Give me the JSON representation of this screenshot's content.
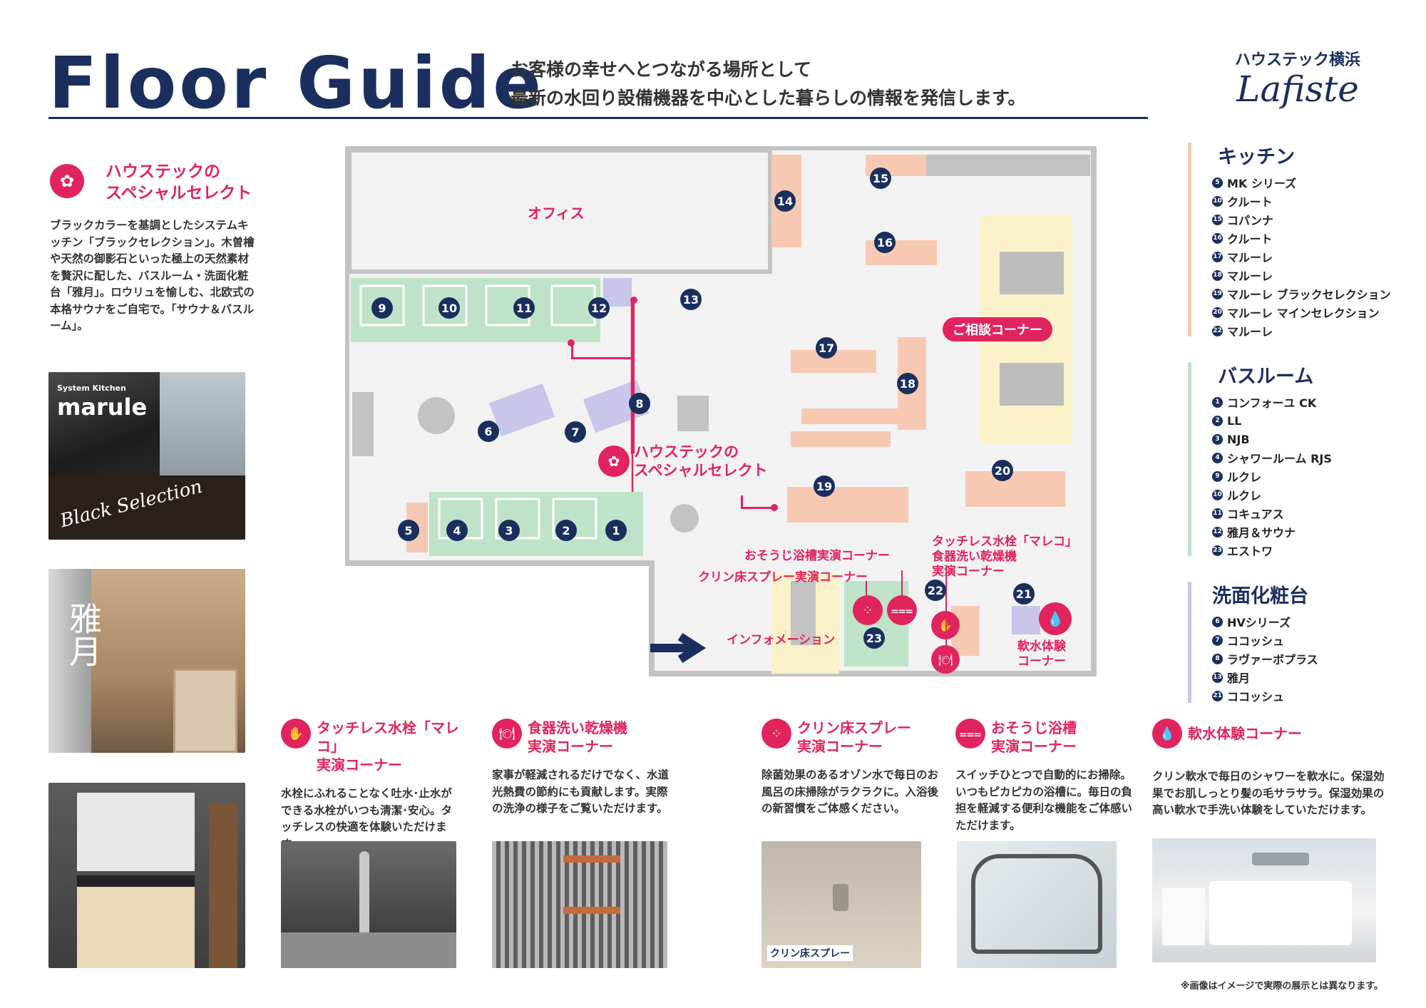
{
  "header": {
    "title": "Floor Guide",
    "tagline_line1": "お客様の幸せへとつながる場所として",
    "tagline_line2": "最新の水回り設備機器を中心とした暮らしの情報を発信します。",
    "brand_name": "ハウステック横浜",
    "brand_logo": "Lafiste"
  },
  "special_select": {
    "title_line1": "ハウステックの",
    "title_line2": "スペシャルセレクト",
    "description": "ブラックカラーを基調としたシステムキッチン「ブラックセレクション」。木曽檜や天然の御影石といった極上の天然素材を贅沢に配した、バスルーム・洗面化粧台「雅月」。ロウリュを愉しむ、北欧式の本格サウナをご自宅で。「サウナ＆バスルーム」。",
    "photo1_caption_small": "System Kitchen",
    "photo1_caption_big": "marule",
    "photo1_script": "Black Selection",
    "photo2_caption": "雅月"
  },
  "floor_plan": {
    "office": "オフィス",
    "consultation": "ご相談コーナー",
    "special_line1": "ハウステックの",
    "special_line2": "スペシャルセレクト",
    "osouji": "おそうじ浴槽実演コーナー",
    "kurin": "クリン床スプレー実演コーナー",
    "touchless_line1": "タッチレス水栓「マレコ」",
    "touchless_line2": "食器洗い乾燥機",
    "touchless_line3": "実演コーナー",
    "info": "インフォメーション",
    "soft_line1": "軟水体験",
    "soft_line2": "コーナー",
    "numbers": [
      "1",
      "2",
      "3",
      "4",
      "5",
      "6",
      "7",
      "8",
      "9",
      "10",
      "11",
      "12",
      "13",
      "14",
      "15",
      "16",
      "17",
      "18",
      "19",
      "20",
      "21",
      "22",
      "23"
    ]
  },
  "legend": {
    "kitchen": {
      "title": "キッチン",
      "items": [
        {
          "num": "5",
          "label": "MK シリーズ"
        },
        {
          "num": "10",
          "label": "クルート"
        },
        {
          "num": "15",
          "label": "コパンナ"
        },
        {
          "num": "16",
          "label": "クルート"
        },
        {
          "num": "17",
          "label": "マルーレ"
        },
        {
          "num": "18",
          "label": "マルーレ"
        },
        {
          "num": "19",
          "label": "マルーレ ブラックセレクション"
        },
        {
          "num": "20",
          "label": "マルーレ マインセレクション"
        },
        {
          "num": "22",
          "label": "マルーレ"
        }
      ]
    },
    "bath": {
      "title": "バスルーム",
      "items": [
        {
          "num": "1",
          "label": "コンフォーユ CK"
        },
        {
          "num": "2",
          "label": "LL"
        },
        {
          "num": "3",
          "label": "NJB"
        },
        {
          "num": "4",
          "label": "シャワールーム RJS"
        },
        {
          "num": "9",
          "label": "ルクレ"
        },
        {
          "num": "10",
          "label": "ルクレ"
        },
        {
          "num": "11",
          "label": "コキュアス"
        },
        {
          "num": "12",
          "label": "雅月＆サウナ"
        },
        {
          "num": "23",
          "label": "エストワ"
        }
      ]
    },
    "vanity": {
      "title": "洗面化粧台",
      "items": [
        {
          "num": "6",
          "label": "HVシリーズ"
        },
        {
          "num": "7",
          "label": "ココッシュ"
        },
        {
          "num": "8",
          "label": "ラヴァーボプラス"
        },
        {
          "num": "13",
          "label": "雅月"
        },
        {
          "num": "21",
          "label": "ココッシュ"
        }
      ]
    }
  },
  "features": [
    {
      "title1": "タッチレス水栓「マレコ」",
      "title2": "実演コーナー",
      "desc": "水栓にふれることなく吐水･止水ができる水栓がいつも清潔･安心。タッチレスの快適を体験いただけます。"
    },
    {
      "title1": "食器洗い乾燥機",
      "title2": "実演コーナー",
      "desc": "家事が軽減されるだけでなく、水道光熱費の節約にも貢献します。実際の洗浄の様子をご覧いただけます。"
    },
    {
      "title1": "クリン床スプレー",
      "title2": "実演コーナー",
      "desc": "除菌効果のあるオゾン水で毎日のお風呂の床掃除がラクラクに。入浴後の新習慣をご体感ください。",
      "photo_caption": "クリン床スプレー"
    },
    {
      "title1": "おそうじ浴槽",
      "title2": "実演コーナー",
      "desc": "スイッチひとつで自動的にお掃除。いつもピカピカの浴槽に。毎日の負担を軽減する便利な機能をご体感いただけます。"
    },
    {
      "title1": "軟水体験コーナー",
      "title2": "",
      "desc": "クリン軟水で毎日のシャワーを軟水に。保湿効果でお肌しっとり髪の毛サラサラ。保湿効果の高い軟水で手洗い体験をしていただけます。"
    }
  ],
  "note": "※画像はイメージで実際の展示とは異なります。",
  "colors": {
    "navy": "#1a2f5e",
    "pink": "#e0245e",
    "kitchen": "#f7c9b3",
    "bath": "#bfe3c8",
    "vanity": "#c9c6ea",
    "consult": "#fbf2c9"
  }
}
